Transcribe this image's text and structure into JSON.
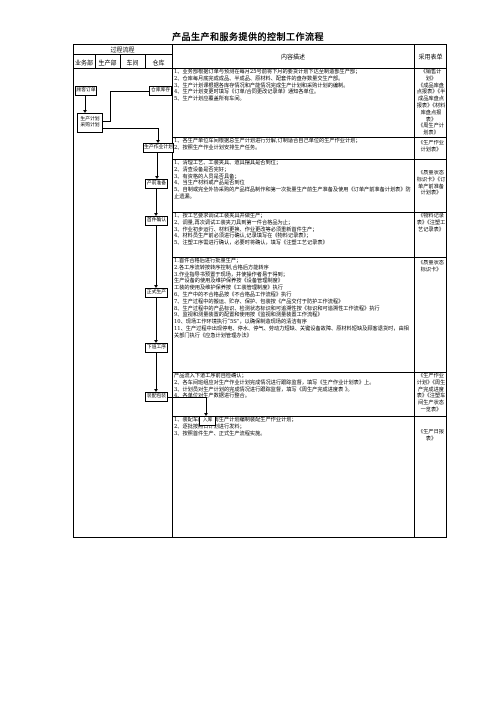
{
  "title": "产品生产和服务提供的控制工作流程",
  "headers": {
    "process": "过程流程",
    "content": "内容描述",
    "forms": "采用表单",
    "depts": [
      "业务部",
      "生产部",
      "车间",
      "仓库"
    ]
  },
  "flow": {
    "customer_order": "顾客订单",
    "warehouse_stock": "仓库库存",
    "production_plan": "生产计划\n采购计划",
    "work_plan": "生产作业计划",
    "pre_production": "产前准备",
    "first_article": "首件确认",
    "formal_production": "正式生产",
    "next_process": "下道工序",
    "assembly_packing": "装配包装",
    "warehousing": "入库"
  },
  "rows": [
    {
      "content": "1、业务部根据订单与预测在每月25号前将下月的要货计划下达至制造部生产部；\n2、仓库每月底完成成品、半成品、原材料、配套件的盘存数量交生产部。\n3、生产计划课根据各库存情况和产能情况完成生产计划和采购计划的编制。\n4、生产计划变更时填写《订单/合同更改记录单》通知各单位。\n5、生产计划应覆盖所有车间。",
      "forms": "《销售计划》\n《成品库盘点报表》《半成品库盘点报表》《材料库盘点报表》\n《周生产计划表》"
    },
    {
      "content": "1、各生产单位车间根据总生产计划进行分解,订制适合自己单位的生产作业计划；\n2、按照生产作业计划安排生产任务。",
      "forms": "《生产作业计划表》"
    },
    {
      "content": "1、清理工艺、工装夹具、道具摆具是否到位；\n2、清查设备是否完好；\n3、有资格的人员是否具备；\n4、当生产材料或产品是否到位\n5、自制或完全外协采购的产品样品制作和第一次批量生产前生产准备及使用《订单产前准备计划表》防止遗漏。",
      "forms": "《质量状态标识卡》《订单产前准备计划表》"
    },
    {
      "content": "1、按工艺要求调试工装夹具并做生产；\n2、调量,再次调试工装夹刀具到第一件合格品为止；\n3、作业初步运行、材料更换、作业更改等必须重新首件生产；\n4、材料员生产前必须进行确认,记录填写在《物料记录表》；\n5、注塑工序需进行确认，必要时将确认，填写《注塑工艺记录表》",
      "forms": "《物料记录表》《注塑工艺记录表》"
    },
    {
      "content": "1.首件合格后进行批量生产；\n2.各工序流转按转序控制,合格后方能转序\n3.作业指导书预置于现场，并使操作者易于得到；\n生产设备的使用及维护保养按《设备管理制度》\n工装的使用及维护保养按《工装管理制度》执行\n6、生产中的不合格品按《不合格品工作流程》执行\n7、生产过程中的搬运、贮存、保护、包装按《产品交付于防护工作流程》\n8、生产过程中的产品标识、检测状态标识和可追溯性按《标识和可追溯性工作流程》执行\n9、监视和测量装置的配置和使用按《监视和测量装置工作流程》\n10、现场工作环境执行“5S”，以确保制造现场的清洁有序\n11、生产过程中出现停电、停水、停气、劳动力短缺、关键设备故障、原材料短缺及顾客退货时，由相关部门执行《应急计划管理办法》",
      "forms": "《质量状态标识卡》"
    },
    {
      "content": "产品流入下道工序前自检确认；\n2、各车间班组应对生产作业计划完成情况进行跟踪监督，填写《生产作业计划表》上。\n3、计划员对生产计划的完成情况进行跟踪监督，填写《周生产完成进度表 》。\n4、各单位对生产数据进行整合。",
      "forms": "《生产作业计划》《周生产完成进度表》《注塑车间生产状态一览表》"
    },
    {
      "content": "1、装配车间按照周生产计划编制装配生产作业计划；\n2、逐批按照日计划进行发料；\n3、按照首件生产、正式生产流程实施。",
      "forms": "《生产日报表》"
    }
  ]
}
